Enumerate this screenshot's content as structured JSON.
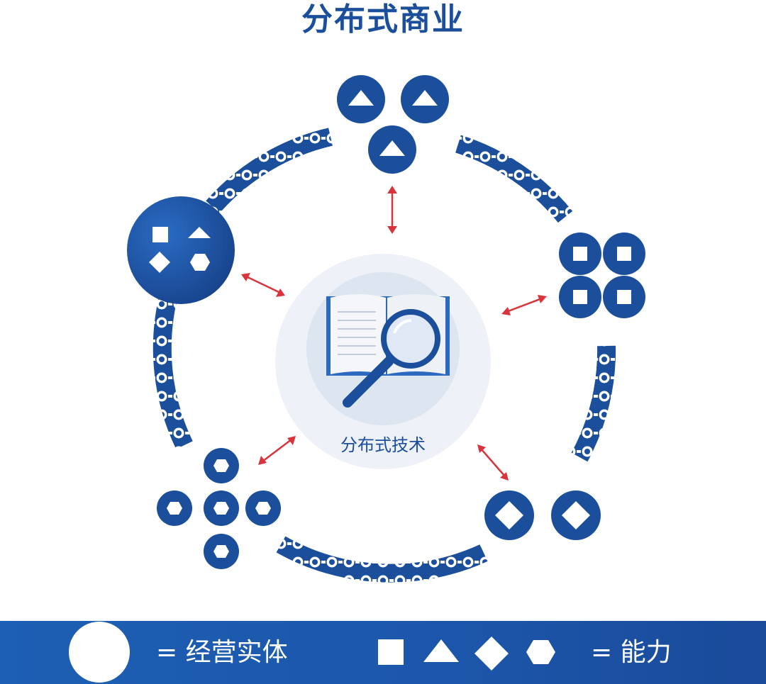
{
  "title": "分布式商业",
  "center": {
    "label": "分布式技术"
  },
  "legend": {
    "entity_text": "= 经营实体",
    "capability_text": "= 能力"
  },
  "icons": {
    "top_cluster": "triangle-icon",
    "right_cluster": "square-icon",
    "lower_right_cluster": "diamond-icon",
    "lower_left_cluster": "hexagon-icon",
    "upper_left_entity": "mixed-shapes-icon",
    "center": "book-magnifier-icon",
    "links": "chain-icon",
    "connectors": "double-arrow-icon"
  },
  "colors": {
    "primary_blue": "#1b4f9c",
    "arrow_red": "#d9343b",
    "center_bg": "#eef2f8",
    "legend_bg": "#1d5fb4"
  }
}
